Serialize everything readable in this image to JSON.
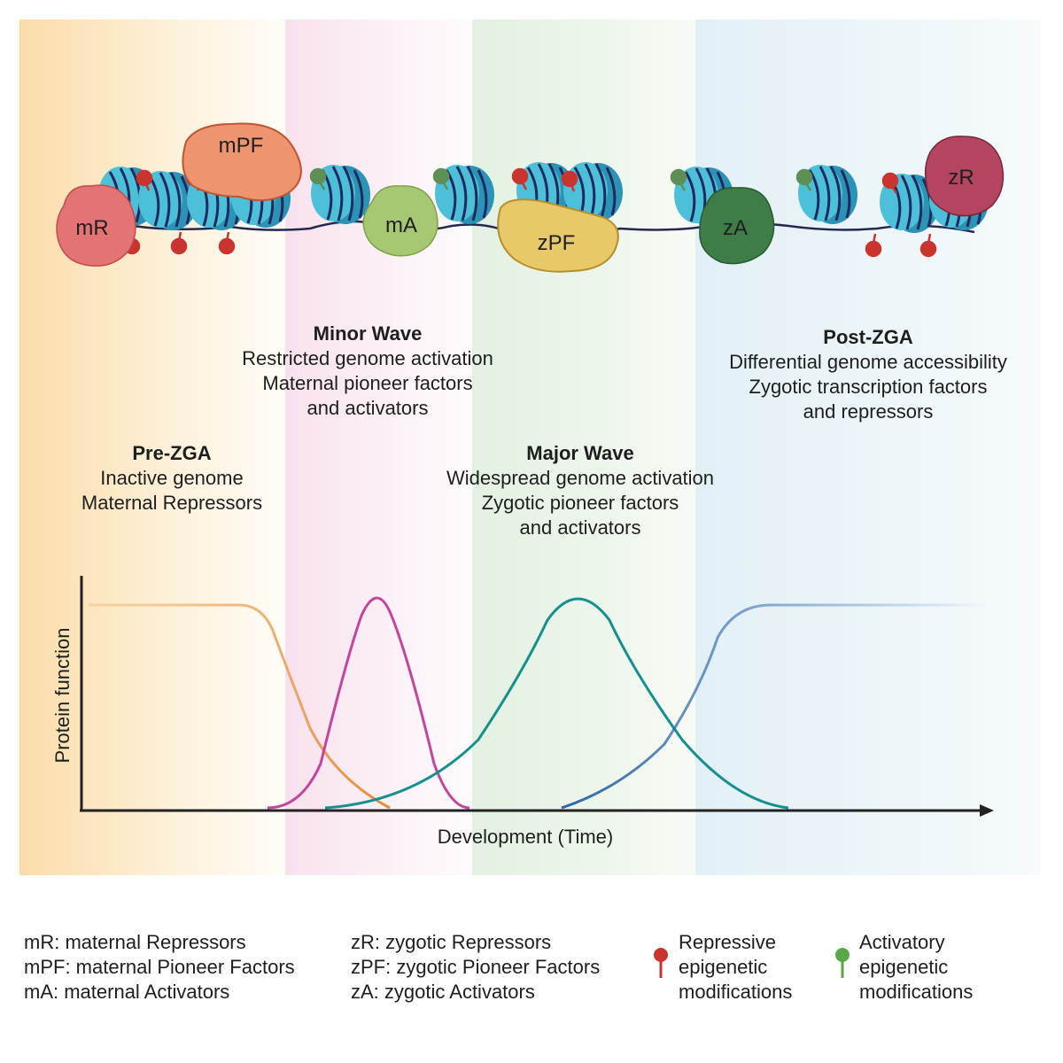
{
  "stages": {
    "pre": {
      "title": "Pre-ZGA",
      "line1": "Inactive genome",
      "line2": "Maternal Repressors"
    },
    "minor": {
      "title": "Minor Wave",
      "line1": "Restricted genome activation",
      "line2": "Maternal pioneer factors",
      "line3": "and activators"
    },
    "major": {
      "title": "Major Wave",
      "line1": "Widespread genome activation",
      "line2": "Zygotic pioneer factors",
      "line3": "and activators"
    },
    "post": {
      "title": "Post-ZGA",
      "line1": "Differential genome accessibility",
      "line2": "Zygotic transcription factors",
      "line3": "and repressors"
    }
  },
  "proteins": {
    "mR": "mR",
    "mPF": "mPF",
    "mA": "mA",
    "zPF": "zPF",
    "zA": "zA",
    "zR": "zR"
  },
  "axes": {
    "ylabel": "Protein function",
    "xlabel": "Development (Time)"
  },
  "legend": {
    "maternal": [
      "mR: maternal Repressors",
      "mPF: maternal Pioneer Factors",
      "mA: maternal Activators"
    ],
    "zygotic": [
      "zR: zygotic Repressors",
      "zPF: zygotic Pioneer Factors",
      "zA: zygotic Activators"
    ],
    "repressive": [
      "Repressive",
      "epigenetic",
      "modifications"
    ],
    "activatory": [
      "Activatory",
      "epigenetic",
      "modifications"
    ]
  },
  "colors": {
    "repressive_mark": "#c9342f",
    "activatory_mark": "#5e8f55",
    "activatory_legend": "#5aa84a",
    "curve_maternal_repressors": "#e48b34",
    "curve_minor_wave": "#c4449e",
    "curve_major_wave": "#14918f",
    "curve_post_zga": "#2d66a8",
    "nucleosome": "#3fb6d0",
    "dna": "#242850"
  }
}
